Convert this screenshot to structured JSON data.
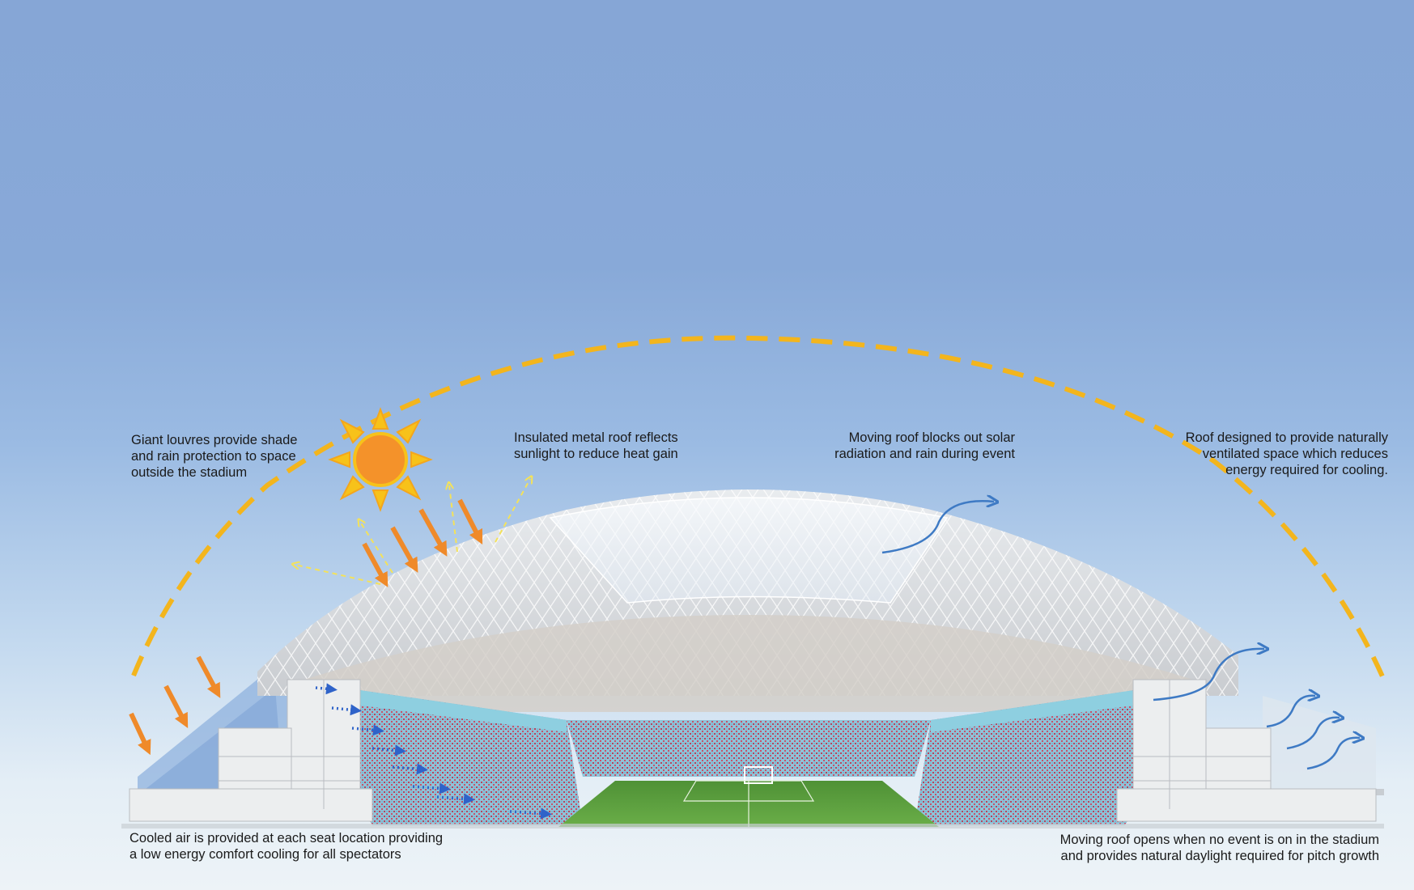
{
  "annotations": {
    "louvres": "Giant louvres provide shade\nand rain protection to space\noutside the stadium",
    "metal_roof": "Insulated metal roof reflects\nsunlight to reduce heat gain",
    "moving_roof_blocks": "Moving roof blocks out solar\nradiation and rain during event",
    "ventilated": "Roof designed to provide naturally\nventilated space which reduces\nenergy required for cooling.",
    "cooled_air": "Cooled air is provided at each seat location providing\na low energy comfort cooling for all spectators",
    "moving_roof_opens": "Moving roof opens when no event is on in the stadium\nand provides natural daylight required for pitch growth"
  },
  "colors": {
    "sun": "#f4922a",
    "sun_rays": "#f7c21a",
    "sun_path": "#f3b51d",
    "solar_arrows": "#ef8a2a",
    "reflected_arrows": "#f4e25a",
    "airflow_arrows": "#3e7ac4",
    "cooling_arrows": "#2f63c9",
    "pitch": "#5c9e3c",
    "seats": "#9aa3c0"
  },
  "icons": [
    "sun-icon",
    "sun-path-arc",
    "solar-arrow",
    "reflected-light-arrow",
    "airflow-arrow",
    "cooling-air-arrow"
  ]
}
